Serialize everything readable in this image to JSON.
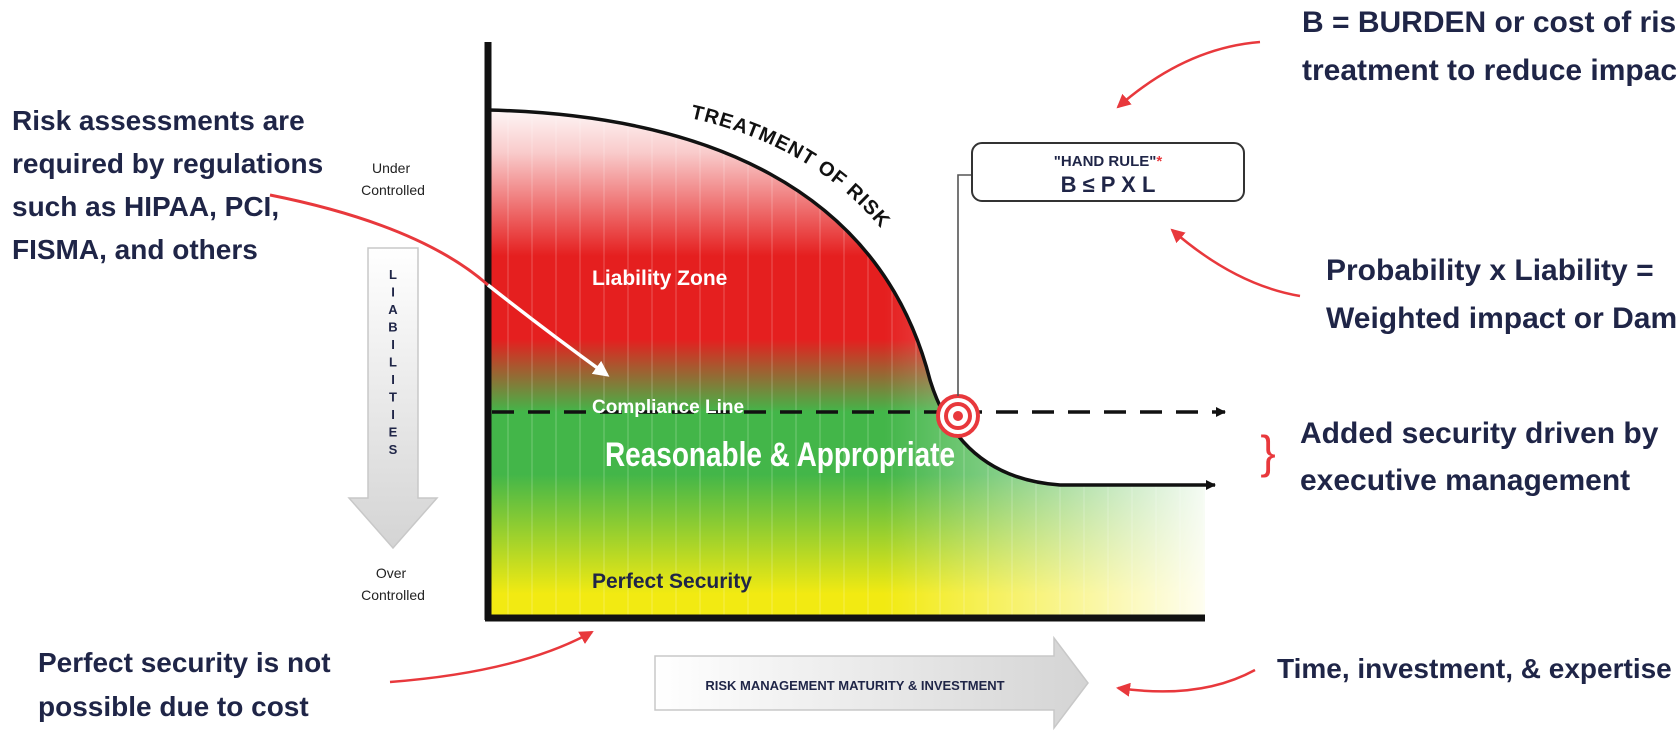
{
  "colors": {
    "liability_red": "#e51f1f",
    "compliance_green": "#43b649",
    "perfect_yellow": "#f2ea12",
    "annotation_red": "#e8383c",
    "axis_black": "#111111",
    "text_navy": "#1f2547"
  },
  "annotations": {
    "burden": [
      "B = BURDEN or cost of risk",
      "treatment to reduce impact"
    ],
    "risk_assessments": [
      "Risk assessments are",
      "required by regulations",
      "such as HIPAA, PCI,",
      "FISMA, and others"
    ],
    "probability": [
      "Probability x Liability =",
      "Weighted impact or Damages"
    ],
    "added_security": [
      "Added security driven by",
      "executive management"
    ],
    "perfect_security_note": [
      "Perfect security is not",
      "possible due to cost"
    ],
    "time_investment": "Time, investment, & expertise"
  },
  "hand_rule": {
    "title": "\"HAND RULE\"",
    "asterisk": "*",
    "formula": "B ≤ P X L"
  },
  "axis": {
    "under_controlled": [
      "Under",
      "Controlled"
    ],
    "over_controlled": [
      "Over",
      "Controlled"
    ],
    "liabilities_letters": [
      "L",
      "I",
      "A",
      "B",
      "I",
      "L",
      "I",
      "T",
      "I",
      "E",
      "S"
    ],
    "x_label": "RISK MANAGEMENT MATURITY & INVESTMENT"
  },
  "zones": {
    "curve_label": "TREATMENT OF RISK",
    "liability_zone": "Liability Zone",
    "compliance_line": "Compliance Line",
    "reasonable": "Reasonable & Appropriate",
    "perfect_security": "Perfect Security"
  }
}
